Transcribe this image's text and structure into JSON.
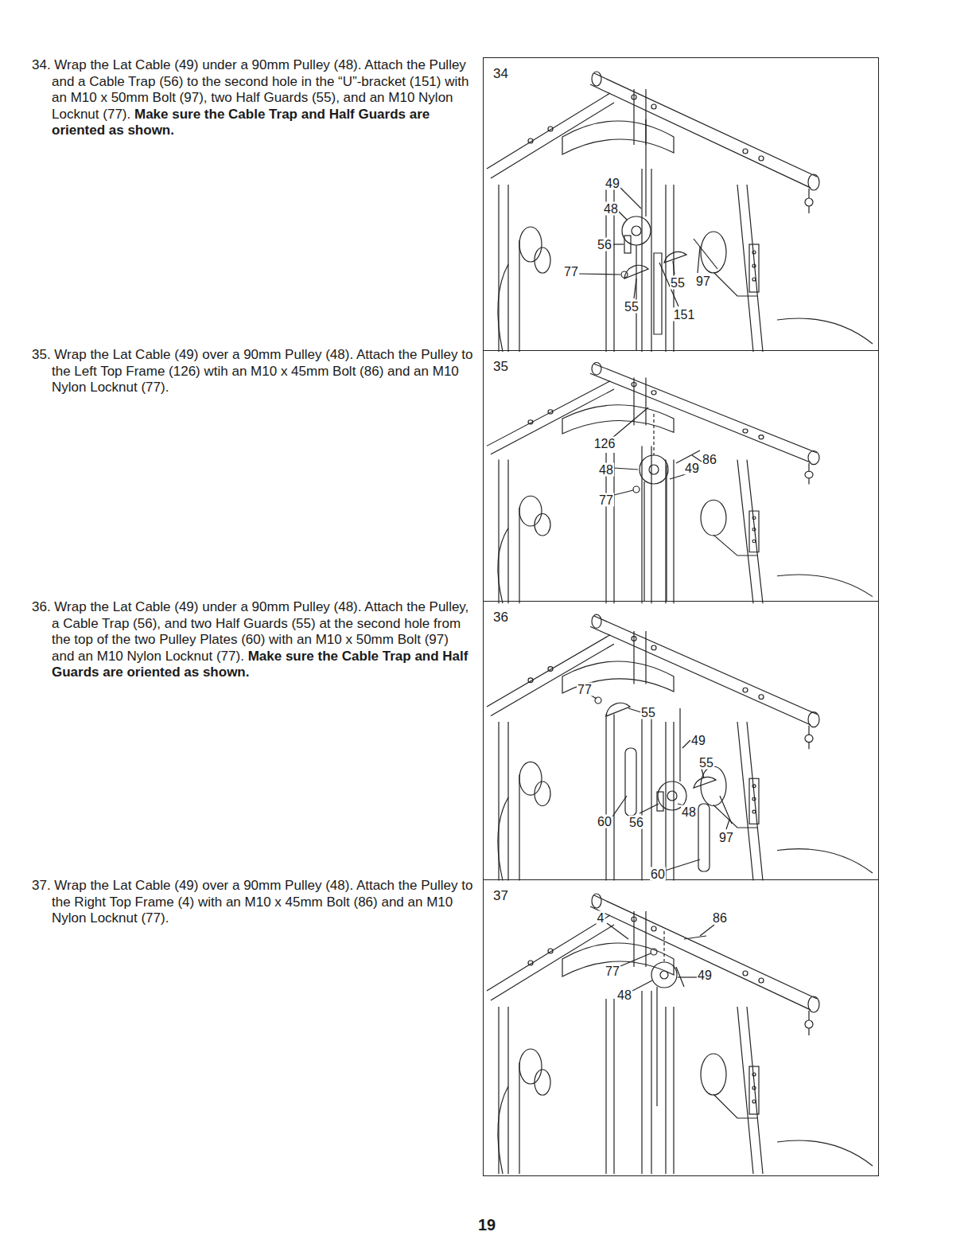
{
  "diagram": {
    "nodes": [
      {
        "text": [
          "34"
        ]
      },
      {
        "text": [
          "35"
        ]
      },
      {
        "text": [
          "36"
        ]
      },
      {
        "text": [
          "37"
        ]
      }
    ],
    "edges": [],
    "labels": [
      "34. Wrap the Lat Cable (49) under a 90mm Pulley (48). Attach the Pulley and a Cable Trap (56) to the second hole in the “U”-bracket (151) with an M10 x 50mm Bolt (97), two Half Guards (55), and an M10 Nylon Locknut (77).",
      "Make sure the Cable Trap and Half Guards are oriented as shown.",
      "49",
      "48",
      "56",
      "77",
      "55",
      "97",
      "55",
      "151",
      "35. Wrap the Lat Cable (49) over a 90mm Pulley (48). Attach the Pulley to the Left Top Frame (126) wtih an M10 x 45mm Bolt (86) and an M10 Nylon Locknut (77).",
      "126",
      "48",
      "86",
      "49",
      "77",
      "36. Wrap the Lat Cable (49) under a 90mm Pulley (48). Attach the Pulley, a Cable Trap (56), and two Half Guards (55) at the second hole from the top of the two Pulley Plates (60) with an M10 x 50mm Bolt (97) and an M10 Nylon Locknut (77).",
      "Make sure the Cable Trap and Half Guards are oriented as shown.",
      "77",
      "55",
      "49",
      "55",
      "60",
      "56",
      "48",
      "97",
      "60",
      "37. Wrap the Lat Cable (49) over a 90mm Pulley (48). Attach the Pulley to the Right Top Frame (4) with an M10 x 45mm Bolt (86) and an M10 Nylon Locknut (77).",
      "4",
      "86",
      "77",
      "49",
      "48",
      "19"
    ]
  }
}
